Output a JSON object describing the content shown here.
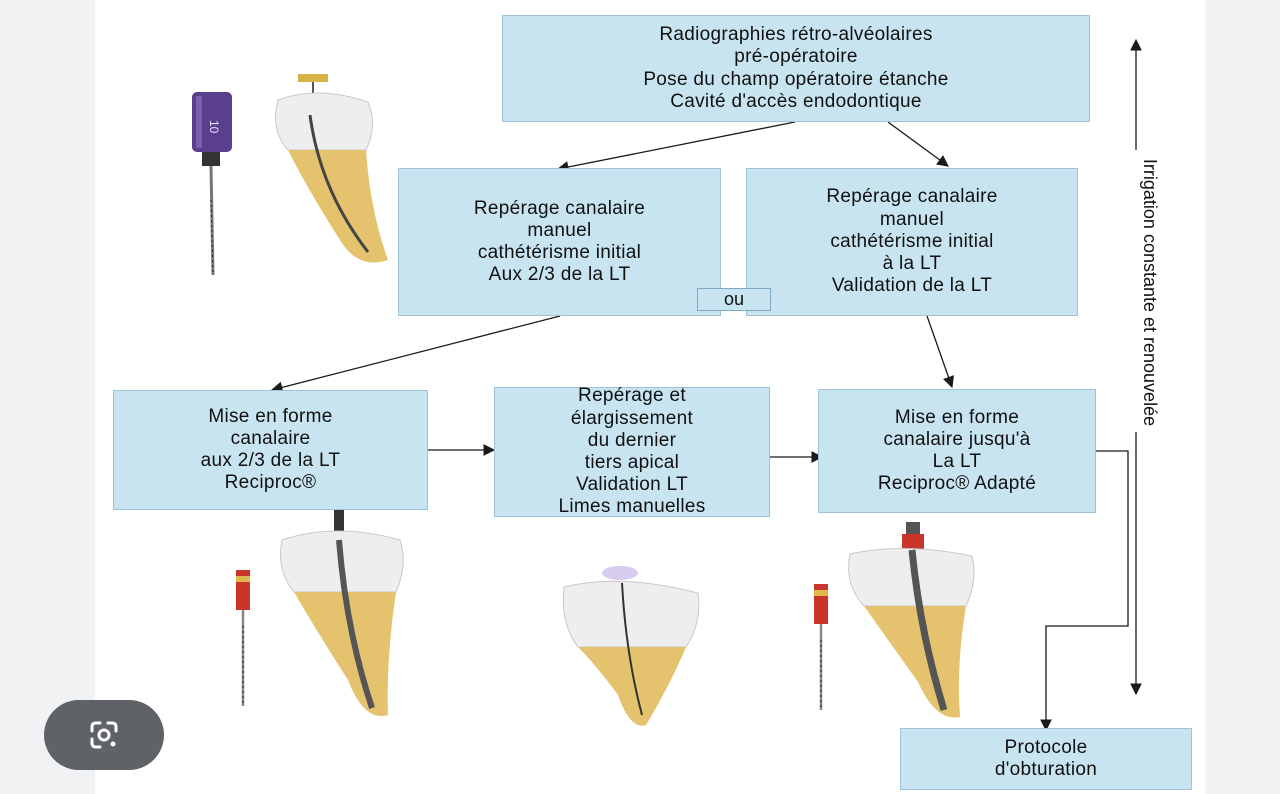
{
  "boxes": {
    "top": "Radiographies rétro-alvéolaires\npré-opératoire\nPose du champ opératoire étanche\nCavité d'accès endodontique",
    "left_mid": "Repérage canalaire\nmanuel\ncathétérisme initial\nAux 2/3 de la LT",
    "right_mid": "Repérage canalaire\nmanuel\ncathétérisme initial\nà la LT\nValidation de la LT",
    "or_label": "ou",
    "shape_two_thirds": "Mise en forme\ncanalaire\naux 2/3 de la LT\nReciproc®",
    "apical": "Repérage et\nélargissement\ndu dernier\ntiers apical\nValidation LT\nLimes manuelles",
    "shape_full": "Mise en forme\ncanalaire jusqu'à\nLa LT\nReciproc® Adapté",
    "obturation": "Protocole\nd'obturation"
  },
  "side_label": "Irrigation constante et renouvelée",
  "icons": {
    "file_size_label": "10",
    "lens": "google-lens-icon"
  },
  "colors": {
    "box_fill": "#c9e4f1",
    "tooth_crown": "#f1f1f3",
    "tooth_root": "#e5c26e",
    "arrow": "#1a1a1a"
  }
}
